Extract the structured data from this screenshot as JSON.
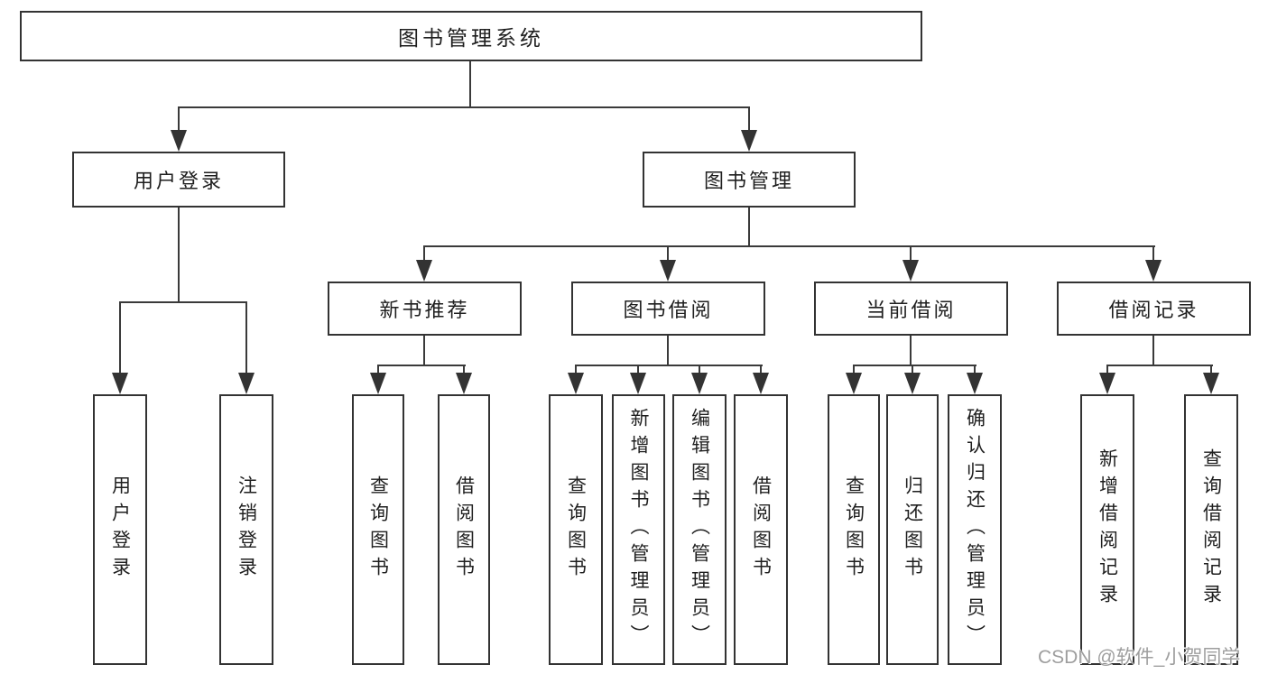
{
  "tree": {
    "root": {
      "label": "图书管理系统",
      "children": [
        {
          "label": "用户登录",
          "children": [
            {
              "label": "用户登录"
            },
            {
              "label": "注销登录"
            }
          ]
        },
        {
          "label": "图书管理",
          "children": [
            {
              "label": "新书推荐",
              "children": [
                {
                  "label": "查询图书"
                },
                {
                  "label": "借阅图书"
                }
              ]
            },
            {
              "label": "图书借阅",
              "children": [
                {
                  "label": "查询图书"
                },
                {
                  "label": "新增图书（管理员）"
                },
                {
                  "label": "编辑图书（管理员）"
                },
                {
                  "label": "借阅图书"
                }
              ]
            },
            {
              "label": "当前借阅",
              "children": [
                {
                  "label": "查询图书"
                },
                {
                  "label": "归还图书"
                },
                {
                  "label": "确认归还（管理员）"
                }
              ]
            },
            {
              "label": "借阅记录",
              "children": [
                {
                  "label": "新增借阅记录"
                },
                {
                  "label": "查询借阅记录"
                }
              ]
            }
          ]
        }
      ]
    }
  },
  "watermark": {
    "text": "CSDN @软件_小贺同学"
  },
  "colors": {
    "line": "#3a3a3a",
    "box_border": "#333333",
    "box_background": "#ffffff",
    "text": "#1f1f1f",
    "watermark_text": "#9e9e9e",
    "background": "#ffffff"
  }
}
